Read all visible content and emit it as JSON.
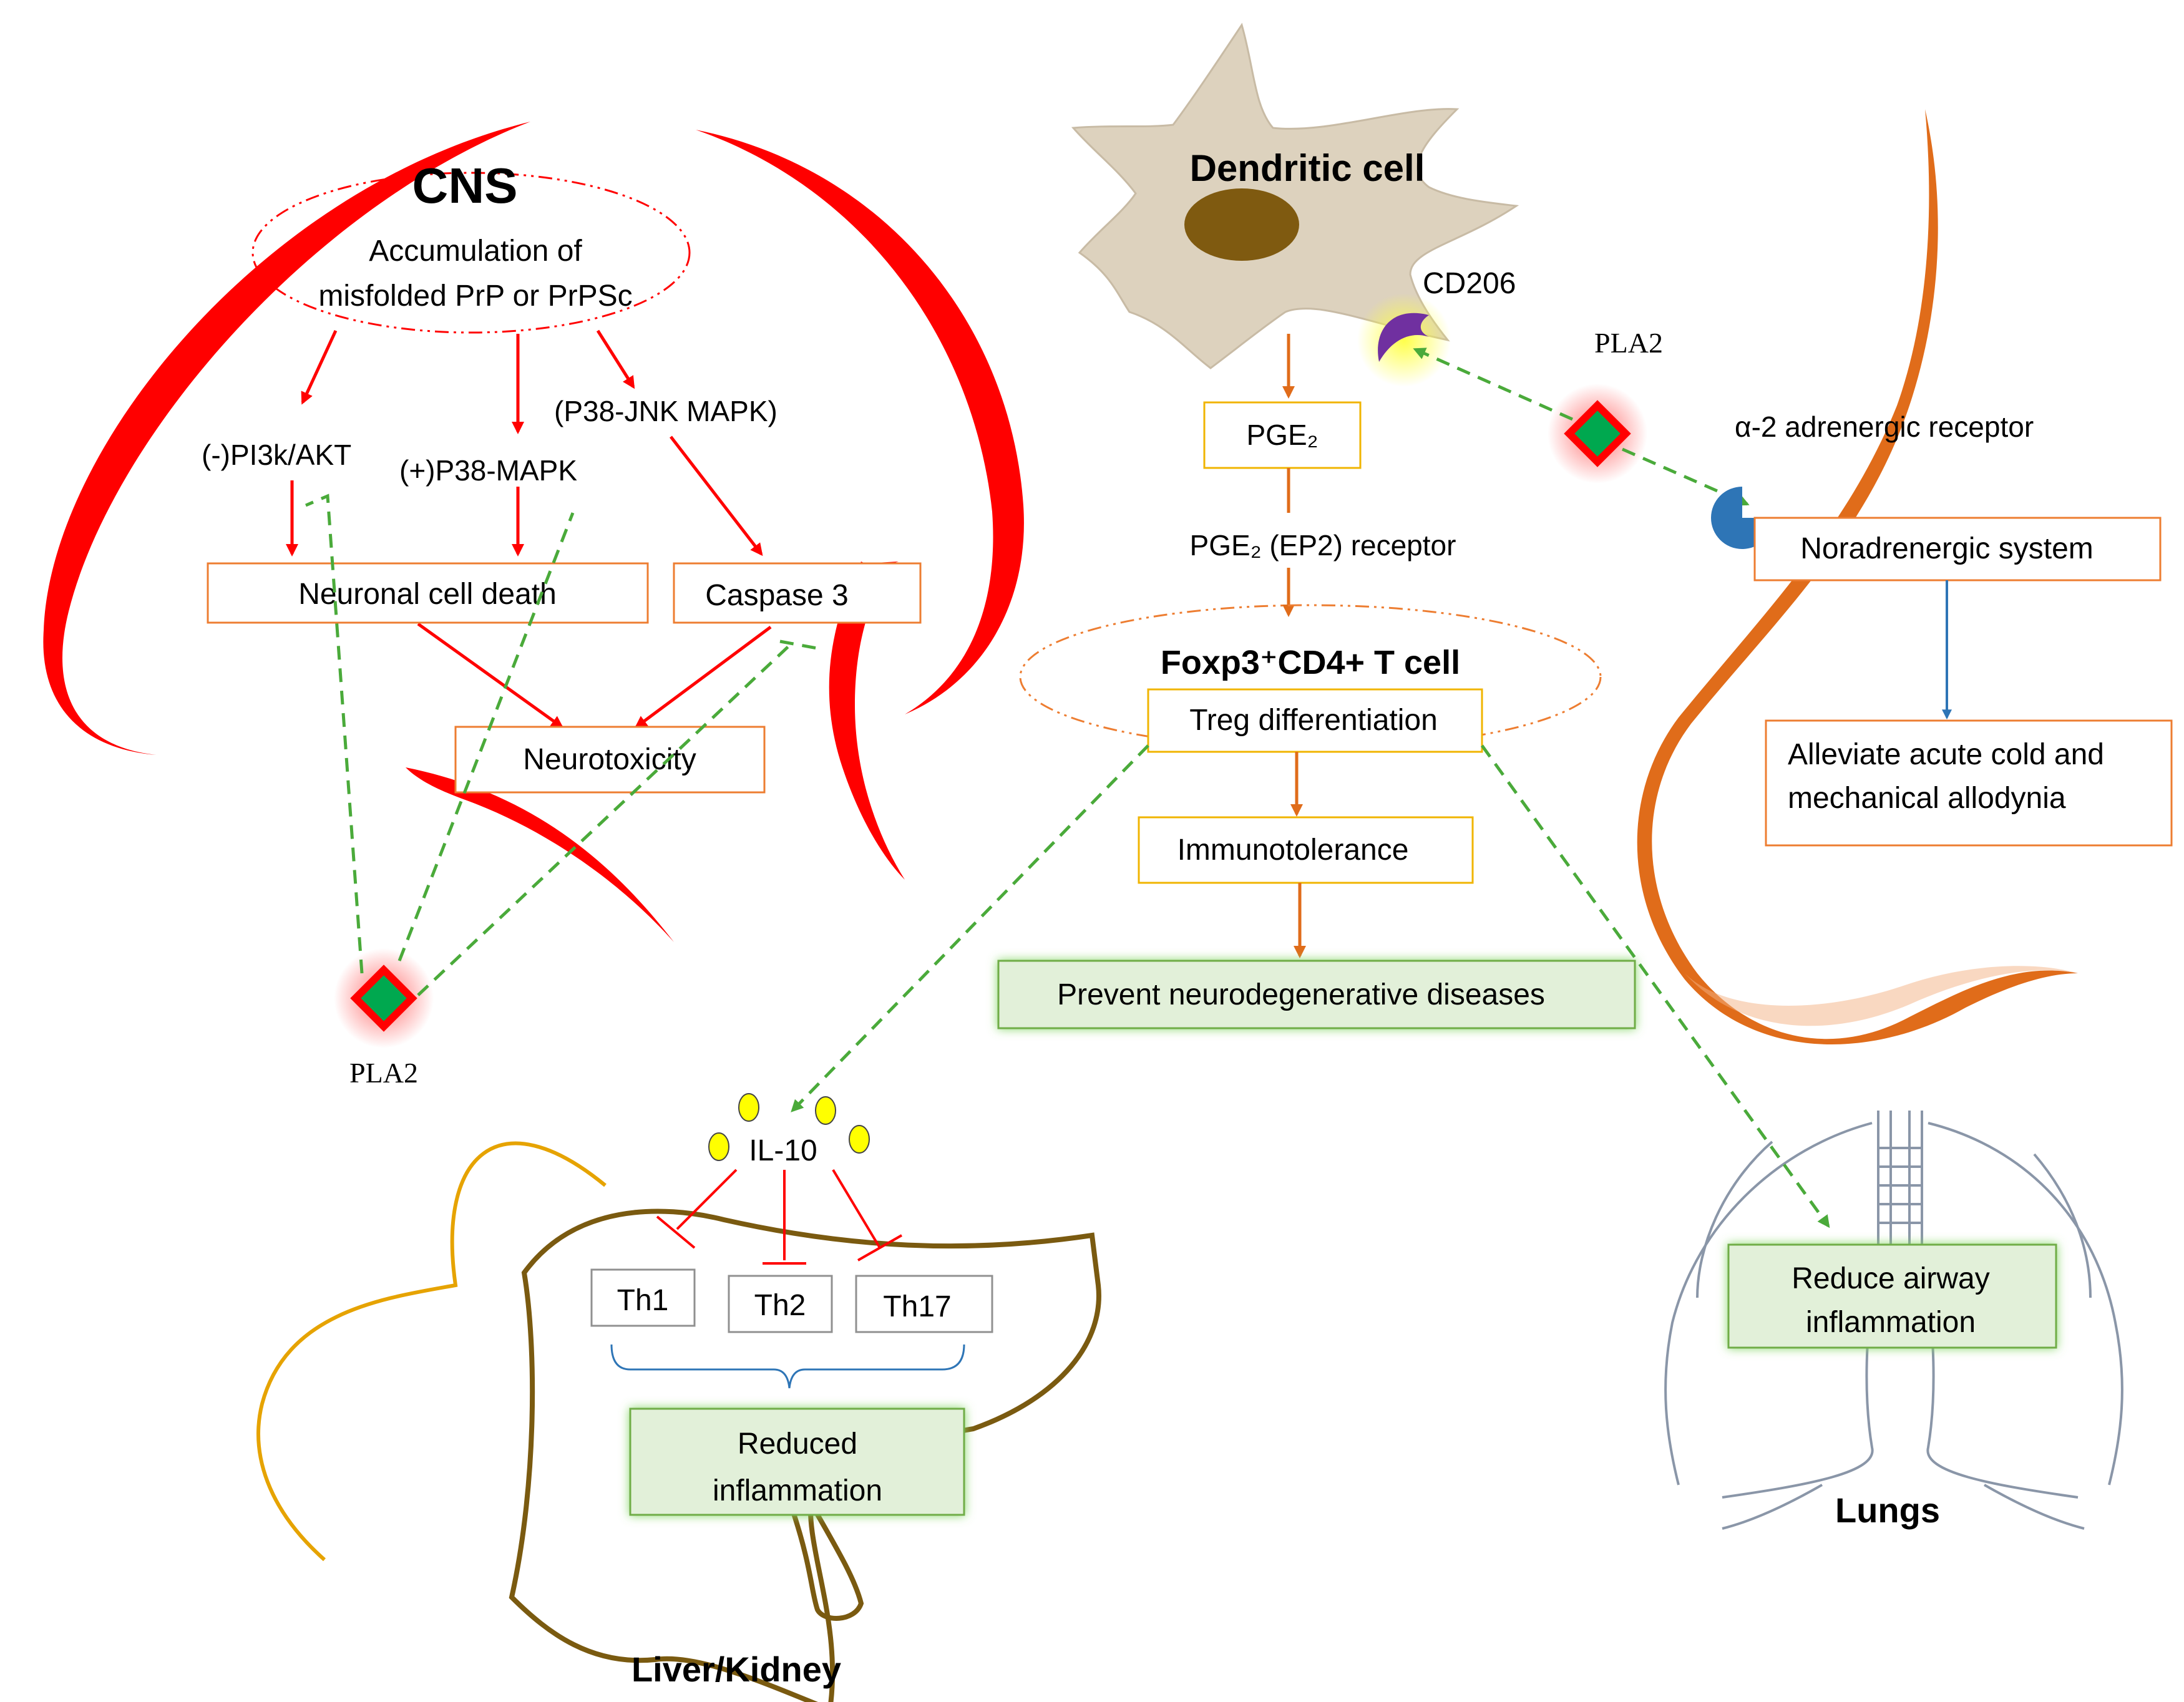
{
  "cns": {
    "title": "CNS",
    "accumulation_line1": "Accumulation of",
    "accumulation_line2": "misfolded PrP or PrPSc",
    "pi3k": "(-)PI3k/AKT",
    "p38": "(+)P38-MAPK",
    "jnk": "(P38-JNK MAPK)",
    "neuronal_death": "Neuronal cell death",
    "caspase": "Caspase 3",
    "neurotoxicity": "Neurotoxicity",
    "pla2": "PLA2"
  },
  "immune": {
    "dendritic_cell": "Dendritic cell",
    "cd206": "CD206",
    "pge2": "PGE₂",
    "pge2_receptor": "PGE₂ (EP2) receptor",
    "treg_title": "Foxp3⁺CD4+ T cell",
    "treg_diff": "Treg differentiation",
    "immunotolerance": "Immunotolerance",
    "prevent": "Prevent neurodegenerative diseases"
  },
  "nervous": {
    "pla2": "PLA2",
    "alpha2": "α-2 adrenergic receptor",
    "noradrenergic": "Noradrenergic system",
    "alleviate_line1": "Alleviate acute cold and",
    "alleviate_line2": "mechanical allodynia"
  },
  "liver": {
    "il10": "IL-10",
    "th1": "Th1",
    "th2": "Th2",
    "th17": "Th17",
    "reduced_line1": "Reduced",
    "reduced_line2": "inflammation",
    "label": "Liver/Kidney"
  },
  "lungs": {
    "reduce_line1": "Reduce airway",
    "reduce_line2": "inflammation",
    "label": "Lungs"
  },
  "colors": {
    "cns_red": "#ff0000",
    "immune_orange": "#e06c1a",
    "dashed_green": "#4aaa3a",
    "liver_brown": "#7a5a10",
    "dendritic_tan": "#ddd2be"
  }
}
